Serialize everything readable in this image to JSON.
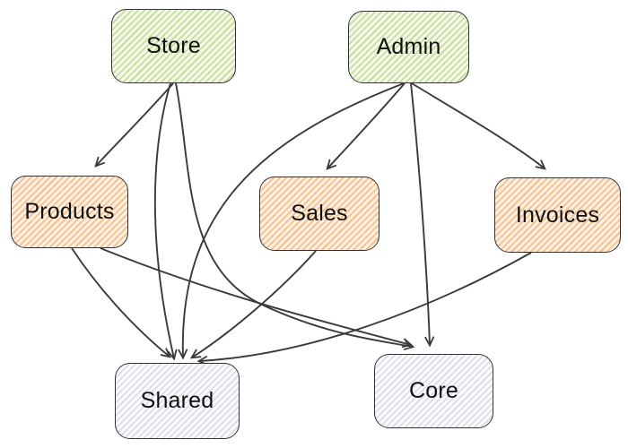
{
  "diagram": {
    "title": "module-dependency-graph",
    "background": "#ffffff",
    "edge_color": "#3a3a3a",
    "text_color": "#111111",
    "nodes": [
      {
        "id": "store",
        "label": "Store",
        "kind": "feature-green"
      },
      {
        "id": "admin",
        "label": "Admin",
        "kind": "feature-green"
      },
      {
        "id": "products",
        "label": "Products",
        "kind": "subfeature-orange"
      },
      {
        "id": "sales",
        "label": "Sales",
        "kind": "subfeature-orange"
      },
      {
        "id": "invoices",
        "label": "Invoices",
        "kind": "subfeature-orange"
      },
      {
        "id": "shared",
        "label": "Shared",
        "kind": "library-gray"
      },
      {
        "id": "core",
        "label": "Core",
        "kind": "library-gray"
      }
    ],
    "palette": {
      "feature-green": {
        "stripe": "#c6dd9e",
        "bg": "#f4f8e8",
        "border": "#333333"
      },
      "subfeature-orange": {
        "stripe": "#f5c08c",
        "bg": "#fdf0e3",
        "border": "#333333"
      },
      "library-gray": {
        "stripe": "#dcdce7",
        "bg": "#fbfbfd",
        "border": "#333333"
      }
    },
    "edges": [
      {
        "from": "store",
        "to": "products"
      },
      {
        "from": "store",
        "to": "shared"
      },
      {
        "from": "store",
        "to": "core"
      },
      {
        "from": "admin",
        "to": "sales"
      },
      {
        "from": "admin",
        "to": "invoices"
      },
      {
        "from": "admin",
        "to": "shared"
      },
      {
        "from": "admin",
        "to": "core"
      },
      {
        "from": "products",
        "to": "shared"
      },
      {
        "from": "products",
        "to": "core"
      },
      {
        "from": "sales",
        "to": "shared"
      },
      {
        "from": "invoices",
        "to": "shared"
      }
    ]
  }
}
